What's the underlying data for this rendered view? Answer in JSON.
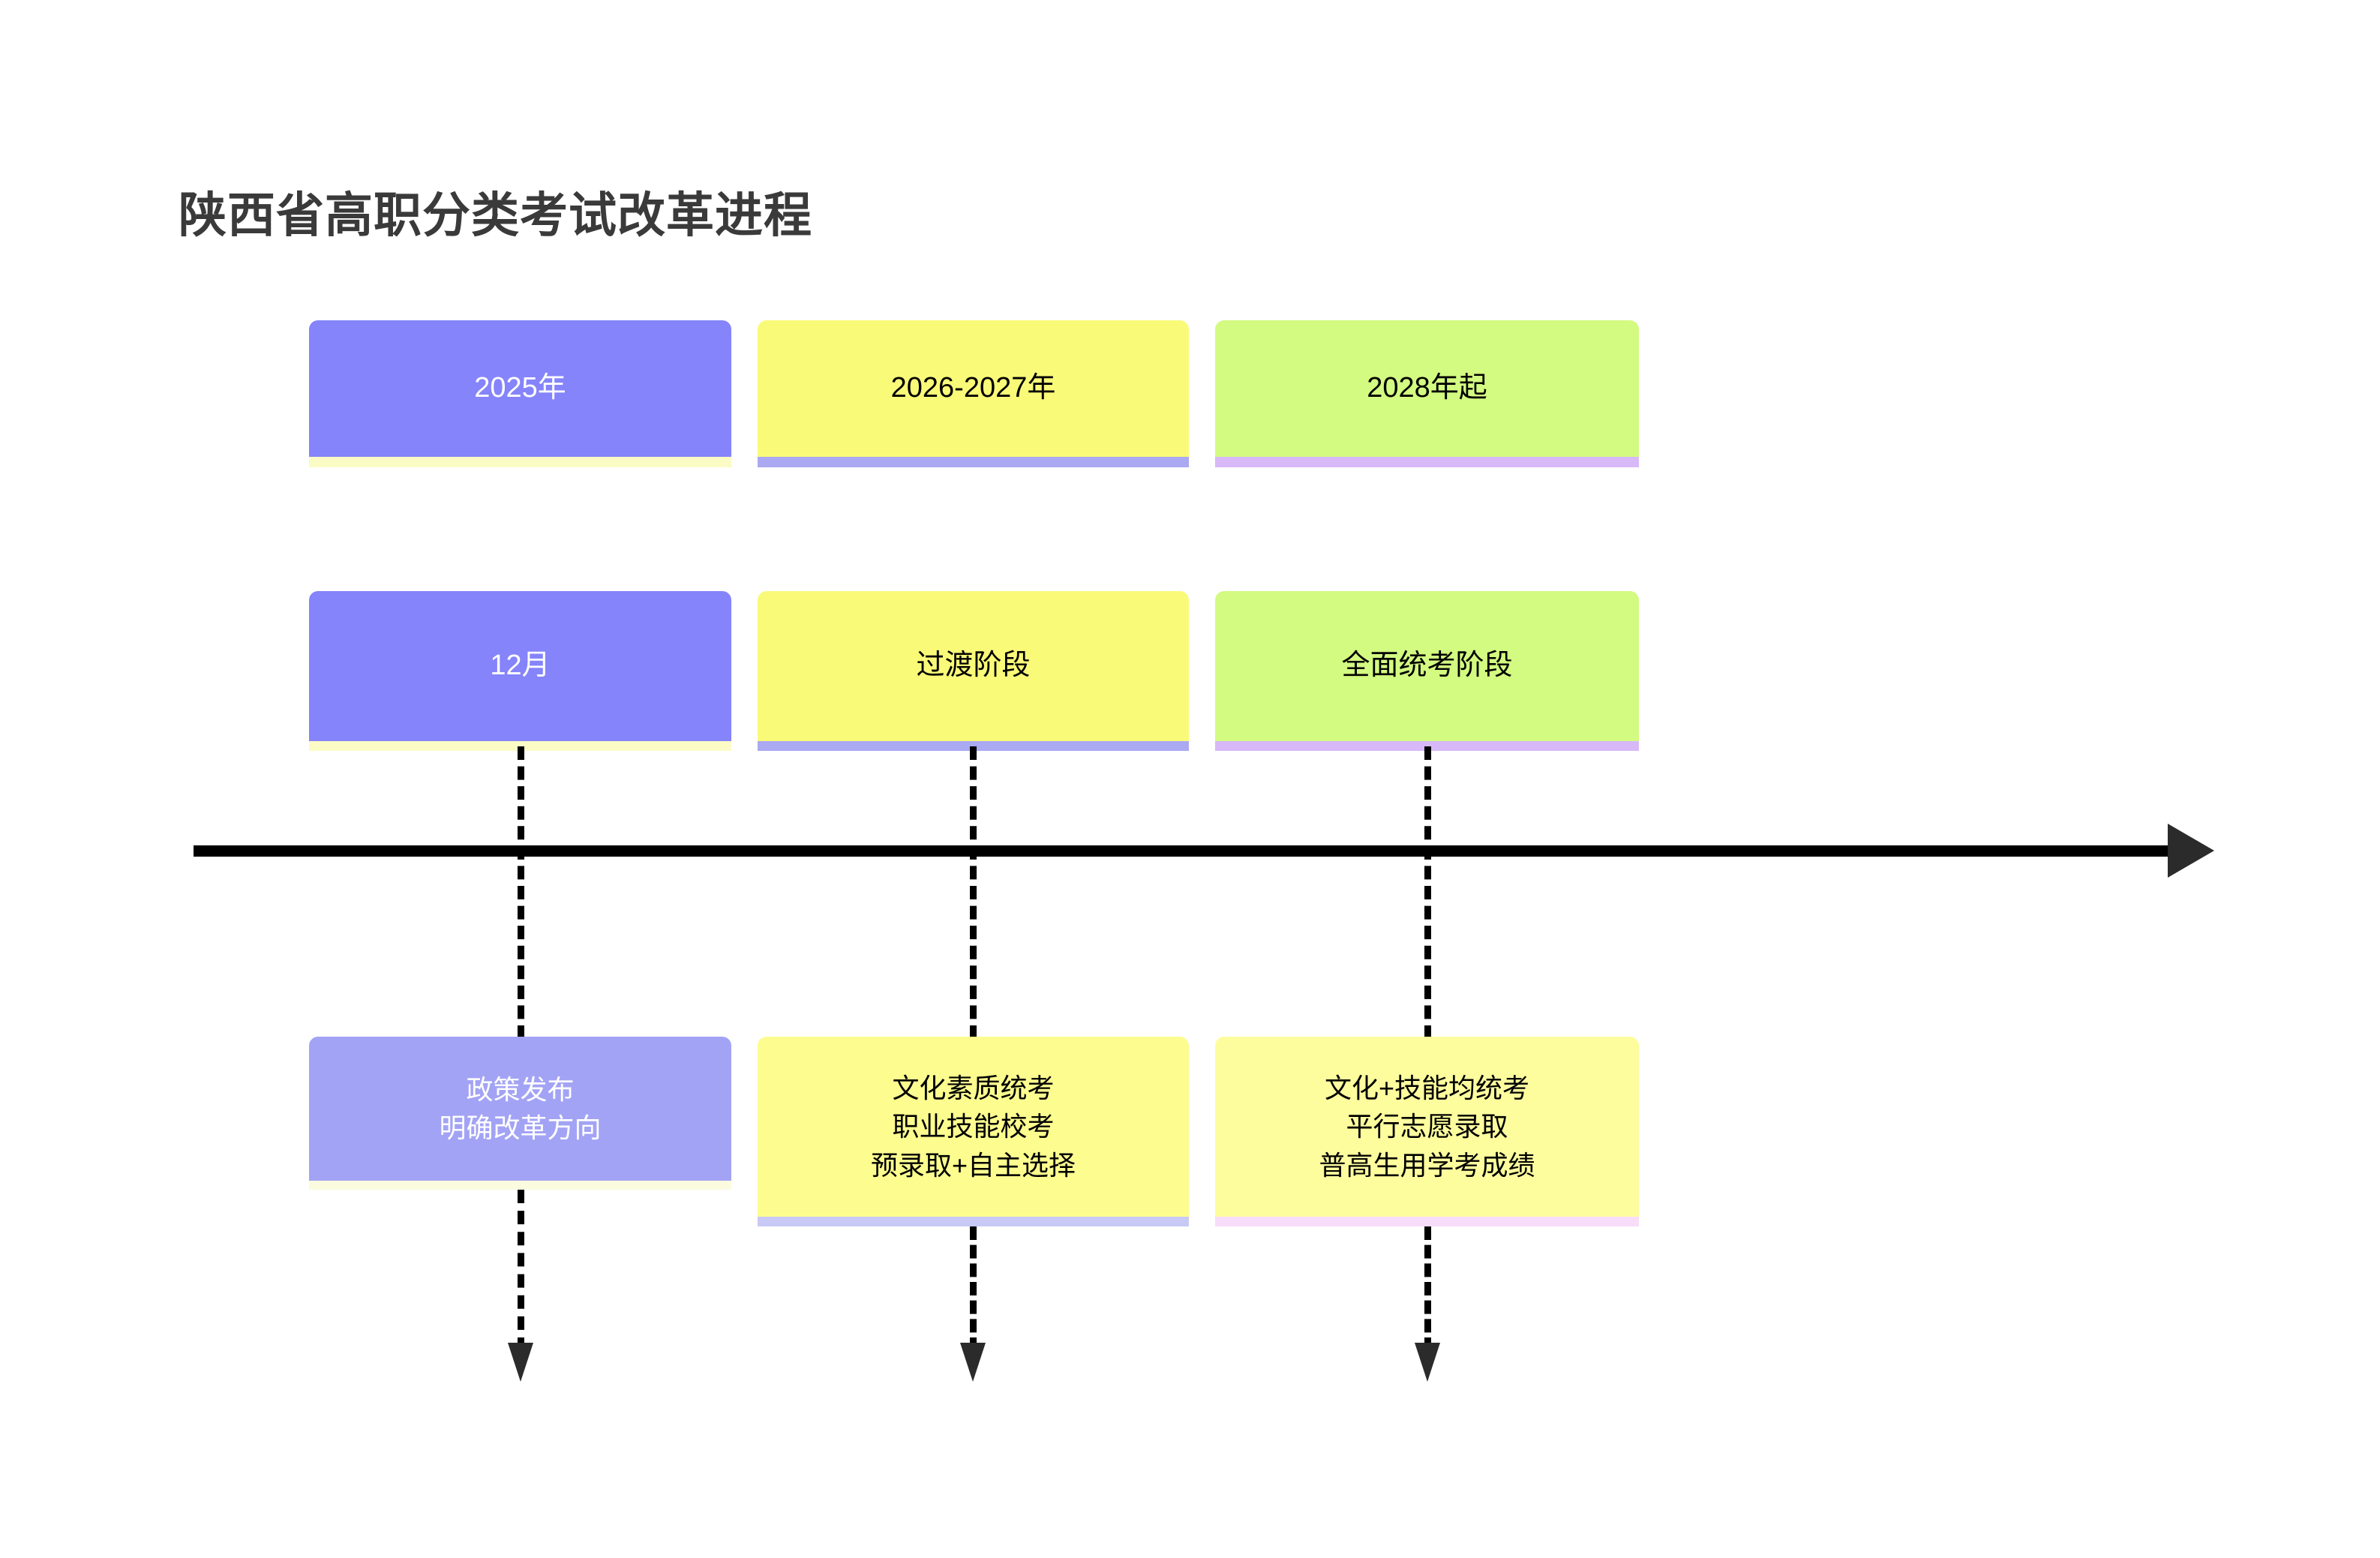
{
  "page": {
    "title": "陕西省高职分类考试改革进程",
    "background": "#ffffff",
    "title_color": "#3a3a3a"
  },
  "timeline": {
    "axis_color": "#000000",
    "arrow_color": "#2b2b2b",
    "connector_style": "dashed",
    "connector_color": "#000000"
  },
  "chart_data": {
    "type": "timeline",
    "title": "陕西省高职分类考试改革进程",
    "orientation": "horizontal",
    "axis_direction": "left-to-right",
    "columns": [
      {
        "period": "2025年",
        "phase": "12月",
        "details": "政策发布\n明确改革方向",
        "period_fill": "#8584fa",
        "period_text": "#ffffff",
        "period_accent": "#fbfbc6",
        "phase_fill": "#8584fa",
        "phase_text": "#ffffff",
        "phase_accent": "#fbfbc6",
        "detail_fill": "#a3a3f5",
        "detail_text": "#ffffff",
        "detail_accent": "#fbfbdf"
      },
      {
        "period": "2026-2027年",
        "phase": "过渡阶段",
        "details": "文化素质统考\n职业技能校考\n预录取+自主选择",
        "period_fill": "#fafa79",
        "period_text": "#000000",
        "period_accent": "#aaa9f2",
        "phase_fill": "#fafa79",
        "phase_text": "#000000",
        "phase_accent": "#aaa9f2",
        "detail_fill": "#fdfd8f",
        "detail_text": "#000000",
        "detail_accent": "#c9c9f6"
      },
      {
        "period": "2028年起",
        "phase": "全面统考阶段",
        "details": "文化+技能均统考\n平行志愿录取\n普高生用学考成绩",
        "period_fill": "#d3fa81",
        "period_text": "#000000",
        "period_accent": "#d8b9f7",
        "phase_fill": "#d3fa81",
        "phase_text": "#000000",
        "phase_accent": "#d8b9f7",
        "detail_fill": "#fdfd9e",
        "detail_text": "#000000",
        "detail_accent": "#f8ddfa"
      }
    ]
  }
}
